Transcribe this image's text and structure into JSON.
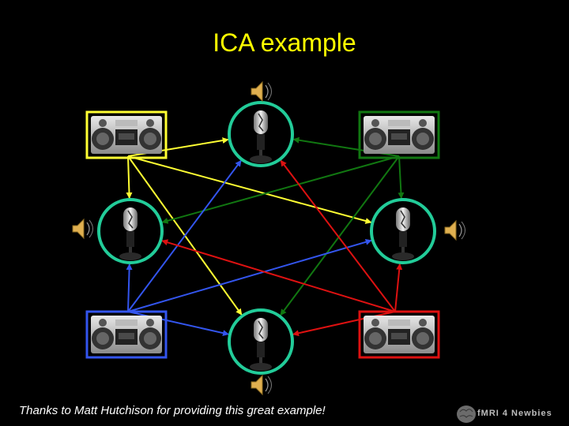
{
  "title": "ICA example",
  "caption": "Thanks to Matt Hutchison for providing this great example!",
  "logo_text": "fMRI 4 Newbies",
  "colors": {
    "background": "#000000",
    "title": "#ffff00",
    "yellow": "#ffff33",
    "green": "#117711",
    "blue": "#3355ee",
    "red": "#dd1111",
    "mic_ring": "#22cc99"
  },
  "nodes": [
    {
      "id": "stereo-top-left",
      "kind": "stereo",
      "frame_color": "yellow"
    },
    {
      "id": "stereo-top-right",
      "kind": "stereo",
      "frame_color": "green"
    },
    {
      "id": "stereo-bottom-left",
      "kind": "stereo",
      "frame_color": "blue"
    },
    {
      "id": "stereo-bottom-right",
      "kind": "stereo",
      "frame_color": "red"
    },
    {
      "id": "mic-top",
      "kind": "microphone"
    },
    {
      "id": "mic-left",
      "kind": "microphone"
    },
    {
      "id": "mic-right",
      "kind": "microphone"
    },
    {
      "id": "mic-bottom",
      "kind": "microphone"
    }
  ],
  "edges": [
    {
      "from": "stereo-top-left",
      "to": "mic-top",
      "color": "yellow"
    },
    {
      "from": "stereo-top-left",
      "to": "mic-left",
      "color": "yellow"
    },
    {
      "from": "stereo-top-left",
      "to": "mic-right",
      "color": "yellow"
    },
    {
      "from": "stereo-top-left",
      "to": "mic-bottom",
      "color": "yellow"
    },
    {
      "from": "stereo-top-right",
      "to": "mic-top",
      "color": "green"
    },
    {
      "from": "stereo-top-right",
      "to": "mic-left",
      "color": "green"
    },
    {
      "from": "stereo-top-right",
      "to": "mic-right",
      "color": "green"
    },
    {
      "from": "stereo-top-right",
      "to": "mic-bottom",
      "color": "green"
    },
    {
      "from": "stereo-bottom-left",
      "to": "mic-top",
      "color": "blue"
    },
    {
      "from": "stereo-bottom-left",
      "to": "mic-left",
      "color": "blue"
    },
    {
      "from": "stereo-bottom-left",
      "to": "mic-right",
      "color": "blue"
    },
    {
      "from": "stereo-bottom-left",
      "to": "mic-bottom",
      "color": "blue"
    },
    {
      "from": "stereo-bottom-right",
      "to": "mic-top",
      "color": "red"
    },
    {
      "from": "stereo-bottom-right",
      "to": "mic-left",
      "color": "red"
    },
    {
      "from": "stereo-bottom-right",
      "to": "mic-right",
      "color": "red"
    },
    {
      "from": "stereo-bottom-right",
      "to": "mic-bottom",
      "color": "red"
    }
  ]
}
